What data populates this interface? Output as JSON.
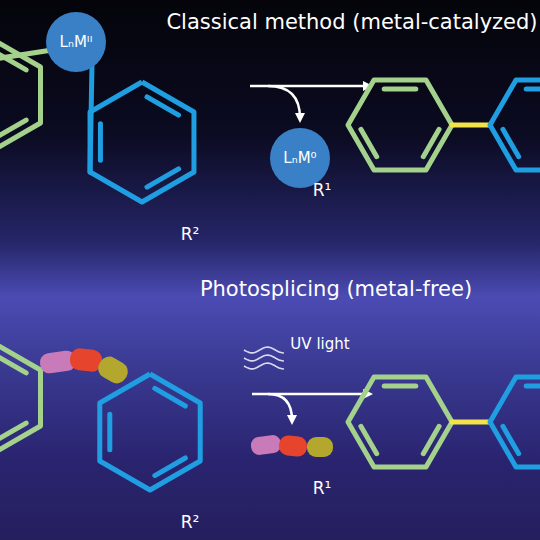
{
  "diagram": {
    "nodes": [
      {
        "text": [
          "LₙMᴵᴵ"
        ]
      },
      {
        "text": [
          "LₙM⁰"
        ]
      }
    ],
    "labels": [
      "Classical method (metal-catalyzed)",
      "R²",
      "R¹",
      "Photosplicing (metal-free)",
      "UV light",
      "R²",
      "R¹"
    ]
  }
}
